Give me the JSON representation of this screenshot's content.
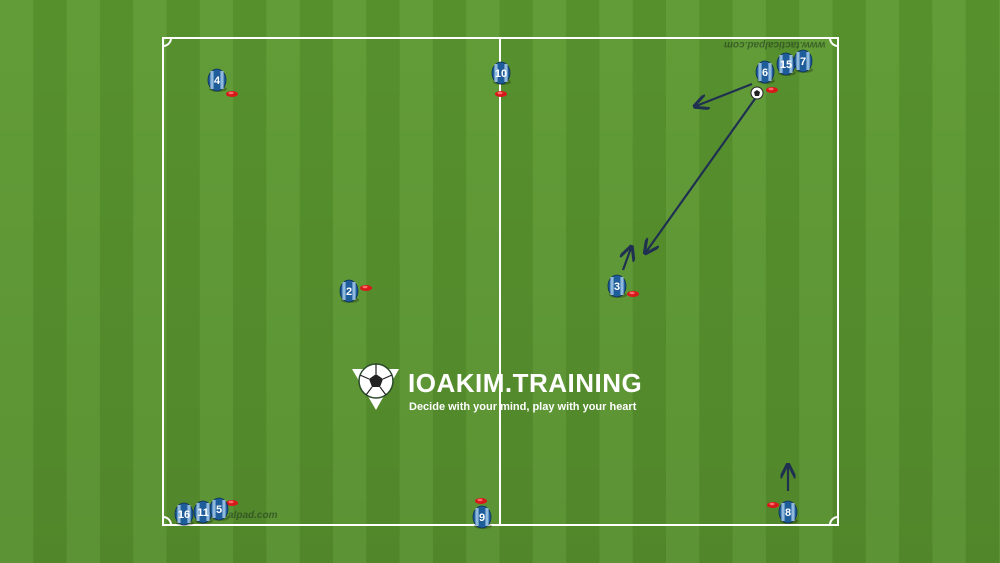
{
  "watermark_top": "www.tacticalpad.com",
  "watermark_bottom": "alpad.com",
  "brand": {
    "title": "IOAKIM.TRAINING",
    "tagline": "Decide with your mind, play with your heart"
  },
  "colors": {
    "grass_light": "#66a33a",
    "grass_dark": "#5a962f",
    "line": "#ffffff",
    "jersey_blue": "#1f5d9a",
    "jersey_stripe": "#9cc3e6",
    "cone_red": "#d8191b",
    "arrow_navy": "#1f3050"
  },
  "players": [
    {
      "number": "4"
    },
    {
      "number": "10"
    },
    {
      "number": "6"
    },
    {
      "number": "15"
    },
    {
      "number": "7"
    },
    {
      "number": "2"
    },
    {
      "number": "3"
    },
    {
      "number": "16"
    },
    {
      "number": "11"
    },
    {
      "number": "5"
    },
    {
      "number": "9"
    },
    {
      "number": "8"
    }
  ],
  "icons": {
    "ball": "soccer-ball-icon",
    "cone": "cone-marker-icon",
    "player": "player-jersey-icon",
    "arrow": "movement-arrow-icon",
    "logo": "soccer-ball-logo-icon"
  }
}
